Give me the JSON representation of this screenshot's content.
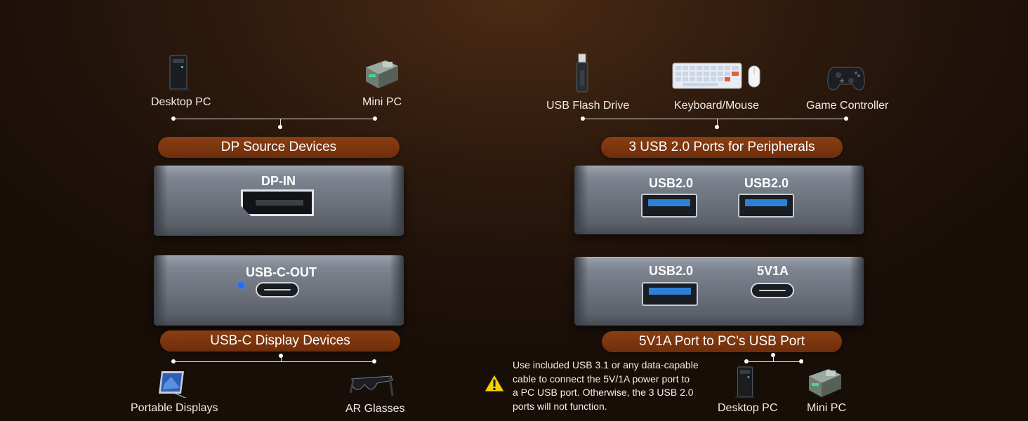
{
  "left": {
    "top_devices": [
      {
        "label": "Desktop PC",
        "icon": "desktop-pc-icon"
      },
      {
        "label": "Mini PC",
        "icon": "mini-pc-icon"
      }
    ],
    "top_pill": "DP Source Devices",
    "hub_top_port": "DP-IN",
    "hub_bottom_port": "USB-C-OUT",
    "bottom_pill": "USB-C Display Devices",
    "bottom_devices": [
      {
        "label": "Portable Displays",
        "icon": "portable-display-icon"
      },
      {
        "label": "AR Glasses",
        "icon": "ar-glasses-icon"
      }
    ]
  },
  "right": {
    "top_devices": [
      {
        "label": "USB Flash Drive",
        "icon": "usb-flash-drive-icon"
      },
      {
        "label": "Keyboard/Mouse",
        "icon": "keyboard-mouse-icon"
      },
      {
        "label": "Game Controller",
        "icon": "game-controller-icon"
      }
    ],
    "top_pill": "3 USB 2.0 Ports for Peripherals",
    "hub_top_ports": [
      "USB2.0",
      "USB2.0"
    ],
    "hub_bottom_ports": [
      "USB2.0",
      "5V1A"
    ],
    "bottom_pill": "5V1A Port to PC's USB Port",
    "warning_text": [
      "Use included USB 3.1 or any data-capable",
      "cable to connect the 5V/1A power port to",
      "a PC USB port. Otherwise, the 3 USB 2.0",
      "ports will not function."
    ],
    "bottom_devices": [
      {
        "label": "Desktop PC",
        "icon": "desktop-pc-icon"
      },
      {
        "label": "Mini PC",
        "icon": "mini-pc-icon"
      }
    ]
  },
  "colors": {
    "pill": "#7a340e",
    "usb_blue": "#2f7fd6",
    "led": "#1e6fff",
    "warning": "#f4d000"
  }
}
